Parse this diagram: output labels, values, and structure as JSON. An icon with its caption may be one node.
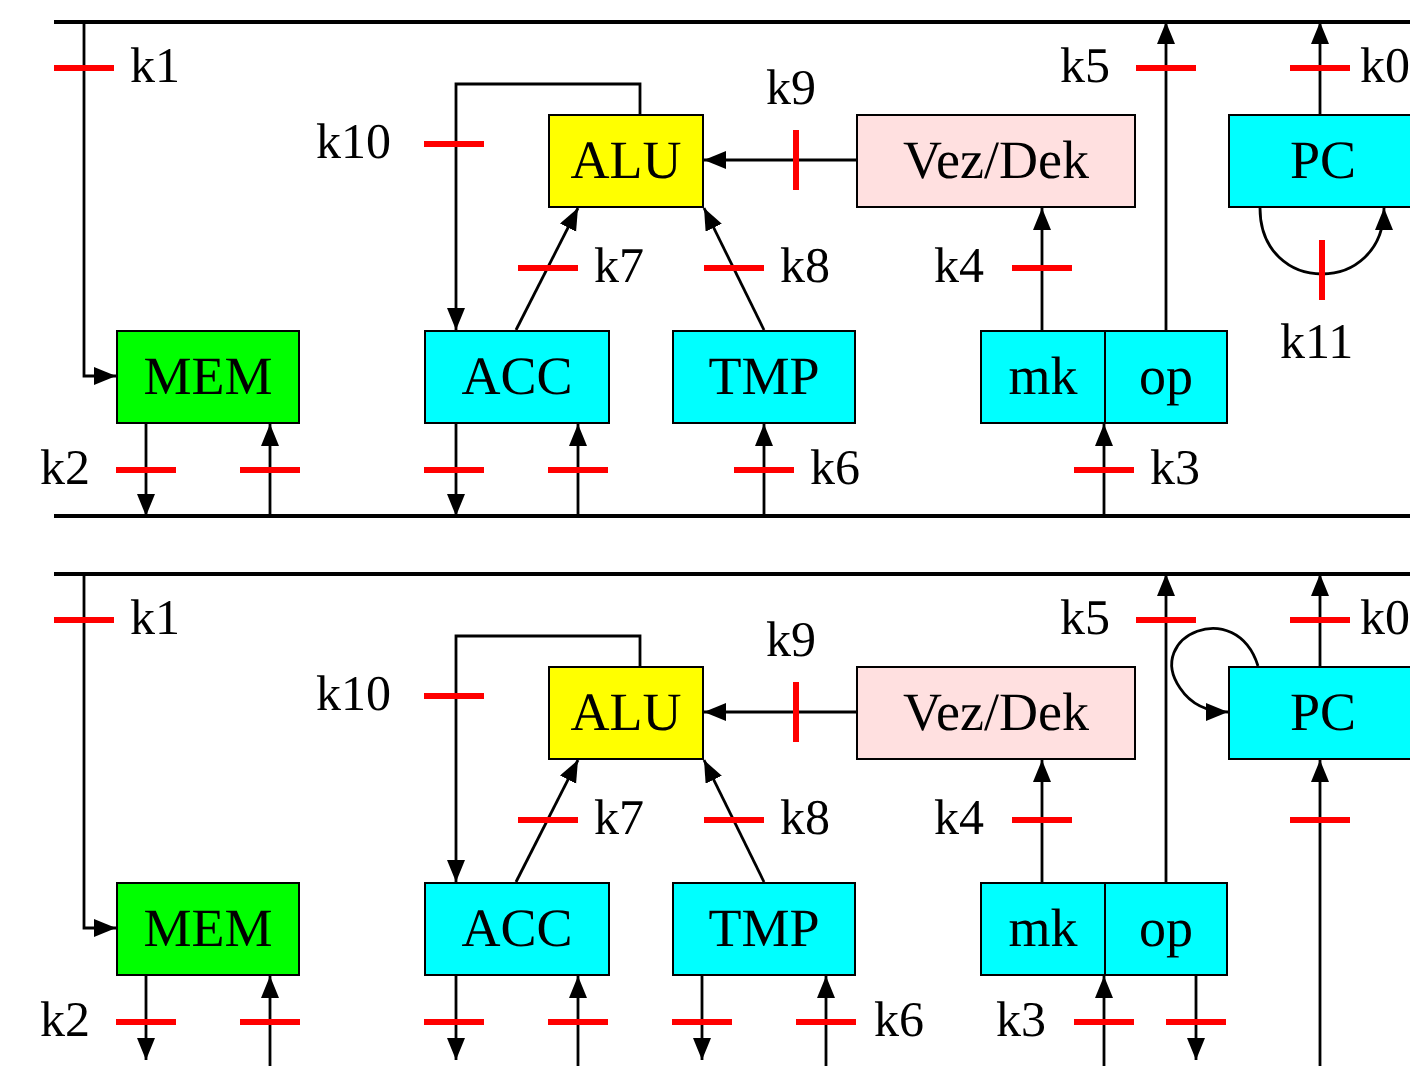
{
  "diagram": {
    "nodes": [
      {
        "text": [],
        "shape": "bar"
      },
      {
        "text": [
          "MEM"
        ]
      },
      {
        "text": [
          "ACC"
        ]
      },
      {
        "text": [
          "ALU"
        ]
      },
      {
        "text": [
          "TMP"
        ]
      },
      {
        "text": [
          "Vez/Dek"
        ]
      },
      {
        "text": [
          "mk"
        ]
      },
      {
        "text": [
          "op"
        ]
      },
      {
        "text": [
          "PC"
        ]
      },
      {
        "text": [],
        "shape": "bar"
      },
      {
        "text": [],
        "shape": "bar"
      },
      {
        "text": [
          "MEM"
        ]
      },
      {
        "text": [
          "ACC"
        ]
      },
      {
        "text": [
          "ALU"
        ]
      },
      {
        "text": [
          "TMP"
        ]
      },
      {
        "text": [
          "Vez/Dek"
        ]
      },
      {
        "text": [
          "mk"
        ]
      },
      {
        "text": [
          "op"
        ]
      },
      {
        "text": [
          "PC"
        ]
      }
    ],
    "edges": [
      {
        "from": 0,
        "to": 1,
        "arrow": "to",
        "label": "k1"
      },
      {
        "from": 3,
        "to": 2,
        "arrow": "to",
        "label": "k10"
      },
      {
        "from": 2,
        "to": 3,
        "arrow": "to",
        "label": "k7"
      },
      {
        "from": 4,
        "to": 3,
        "arrow": "to",
        "label": "k8"
      },
      {
        "from": 5,
        "to": 3,
        "arrow": "to",
        "label": "k9"
      },
      {
        "from": 6,
        "to": 5,
        "arrow": "to",
        "label": "k4"
      },
      {
        "from": 7,
        "to": 0,
        "arrow": "to",
        "label": "k5"
      },
      {
        "from": 8,
        "to": 0,
        "arrow": "to",
        "label": "k0"
      },
      {
        "from": 8,
        "to": 8,
        "arrow": "to",
        "label": "k11"
      },
      {
        "from": 1,
        "to": 9,
        "arrow": "to",
        "label": "k2"
      },
      {
        "from": 9,
        "to": 1,
        "arrow": "to"
      },
      {
        "from": 2,
        "to": 9,
        "arrow": "to"
      },
      {
        "from": 9,
        "to": 2,
        "arrow": "to"
      },
      {
        "from": 9,
        "to": 4,
        "arrow": "to",
        "label": "k6"
      },
      {
        "from": 9,
        "to": 6,
        "arrow": "to",
        "label": "k3"
      },
      {
        "from": 10,
        "to": 11,
        "arrow": "to",
        "label": "k1"
      },
      {
        "from": 13,
        "to": 12,
        "arrow": "to",
        "label": "k10"
      },
      {
        "from": 12,
        "to": 13,
        "arrow": "to",
        "label": "k7"
      },
      {
        "from": 14,
        "to": 13,
        "arrow": "to",
        "label": "k8"
      },
      {
        "from": 15,
        "to": 13,
        "arrow": "to",
        "label": "k9"
      },
      {
        "from": 16,
        "to": 15,
        "arrow": "to",
        "label": "k4"
      },
      {
        "from": 17,
        "to": 10,
        "arrow": "to",
        "label": "k5"
      },
      {
        "from": 18,
        "to": 10,
        "arrow": "to",
        "label": "k0"
      },
      {
        "from": 18,
        "to": 18,
        "arrow": "to"
      },
      {
        "from": 11,
        "to": null,
        "arrow": "to",
        "label": "k2"
      },
      {
        "from": null,
        "to": 11,
        "arrow": "to"
      },
      {
        "from": 12,
        "to": null,
        "arrow": "to"
      },
      {
        "from": null,
        "to": 12,
        "arrow": "to"
      },
      {
        "from": 14,
        "to": null,
        "arrow": "to"
      },
      {
        "from": null,
        "to": 14,
        "arrow": "to",
        "label": "k6"
      },
      {
        "from": null,
        "to": 16,
        "arrow": "to",
        "label": "k3"
      },
      {
        "from": 17,
        "to": null,
        "arrow": "to"
      },
      {
        "from": null,
        "to": 18,
        "arrow": "to"
      }
    ]
  }
}
